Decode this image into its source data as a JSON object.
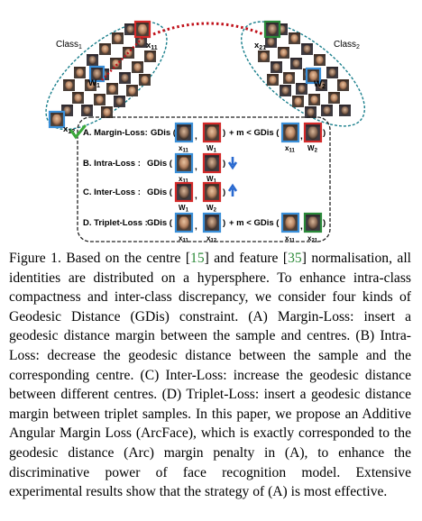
{
  "figure": {
    "class1_label": "Class",
    "class1_sub": "1",
    "class2_label": "Class",
    "class2_sub": "2",
    "hyper_labels": {
      "x11": "x",
      "x11_sub": "11",
      "x12": "x",
      "x12_sub": "12",
      "x21": "x",
      "x21_sub": "21",
      "w1": "W",
      "w1_sub": "1",
      "w2": "W",
      "w2_sub": "2"
    },
    "losses": [
      {
        "prefix": "A. ",
        "name": "Margin-Loss: ",
        "gdis": "GDis (",
        "comma": ",",
        "close": ")",
        "rel": "+ m < GDis (",
        "left_labels": [
          "x",
          "11",
          "W",
          "1"
        ],
        "right_labels": [
          "x",
          "11",
          "W",
          "2"
        ]
      },
      {
        "prefix": "B. ",
        "name": "Intra-Loss :",
        "gdis": "GDis (",
        "comma": ",",
        "close": ")",
        "left_labels": [
          "x",
          "11",
          "W",
          "1"
        ]
      },
      {
        "prefix": "C. ",
        "name": "Inter-Loss :",
        "gdis": "GDis (",
        "comma": ",",
        "close": ")",
        "left_labels": [
          "W",
          "1",
          "W",
          "2"
        ]
      },
      {
        "prefix": "D. ",
        "name": "Triplet-Loss : ",
        "gdis": "GDis (",
        "comma": ",",
        "close": ")",
        "rel": "+ m < GDis (",
        "left_labels": [
          "x",
          "11",
          "x",
          "12"
        ],
        "right_labels": [
          "x",
          "11",
          "x",
          "21"
        ]
      }
    ],
    "colors": {
      "class_border": "#1a7f8c",
      "dotted_red": "#c0111a",
      "blue_box": "#3a8fd8",
      "red_box": "#d42a2a",
      "green_box": "#2a8a3a",
      "arrow_blue": "#2a6ad0",
      "check_green": "#3aa83a"
    }
  },
  "caption": {
    "p1": "Figure 1. Based on the centre [",
    "c1": "15",
    "p2": "] and feature [",
    "c2": "35",
    "p3": "] normalisation, all identities are distributed on a hypersphere. To enhance intra-class compactness and inter-class discrepancy, we consider four kinds of Geodesic Distance (GDis) constraint. (A) Margin-Loss: insert a geodesic distance margin between the sample and centres. (B) Intra-Loss: decrease the geodesic distance between the sample and the corresponding centre. (C) Inter-Loss: increase the geodesic distance between different centres. (D) Triplet-Loss: insert a geodesic distance margin between triplet samples. In this paper, we propose an Additive Angular Margin Loss (ArcFace), which is exactly corresponded to the geodesic distance (Arc) margin penalty in (A), to enhance the discriminative power of face recognition model. Extensive experimental results show that the strategy of (A) is most effective."
  }
}
